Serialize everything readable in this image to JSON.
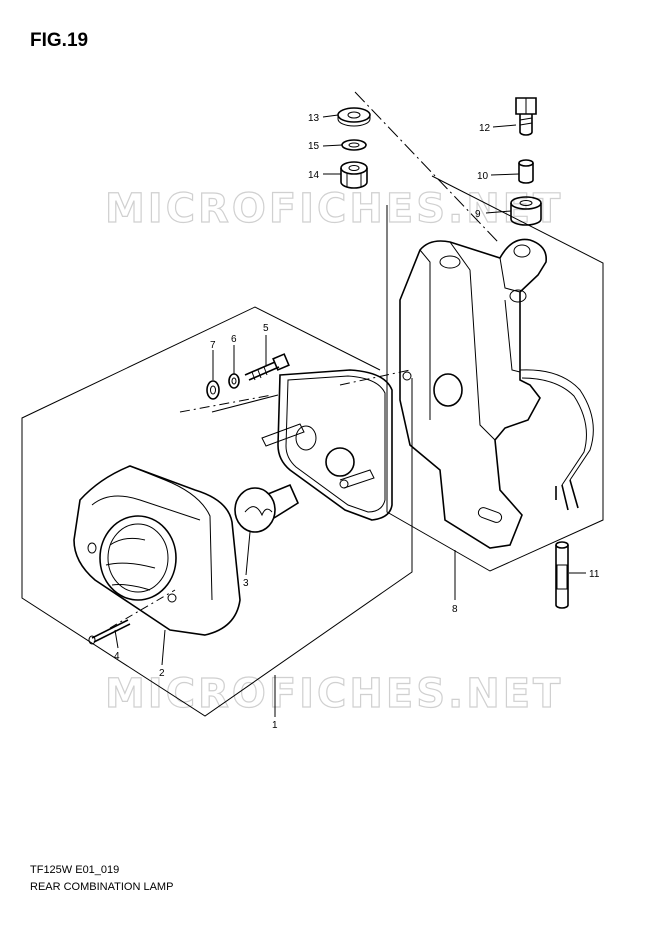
{
  "figure": {
    "title": "FIG.19"
  },
  "watermark": {
    "text": "MICROFICHES.NET"
  },
  "footer": {
    "code": "TF125W E01_019",
    "caption": "REAR COMBINATION LAMP"
  },
  "callouts": [
    "1",
    "2",
    "3",
    "4",
    "5",
    "6",
    "7",
    "8",
    "9",
    "10",
    "11",
    "12",
    "13",
    "14",
    "15"
  ]
}
